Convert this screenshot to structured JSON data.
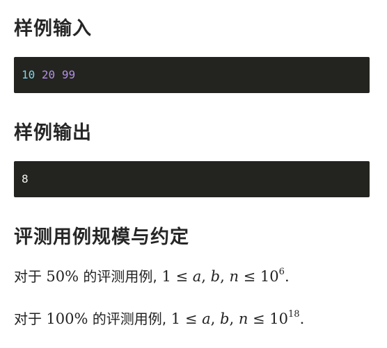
{
  "sections": {
    "sample_input": {
      "heading": "样例输入",
      "code_tokens": [
        "10",
        " ",
        "20",
        " ",
        "99"
      ]
    },
    "sample_output": {
      "heading": "样例输出",
      "code": "8"
    },
    "constraints": {
      "heading": "评测用例规模与约定",
      "lines": [
        {
          "prefix": "对于 ",
          "percent": "50%",
          "middle": " 的评测用例,",
          "math_lead": " 1 ≤ ",
          "var_a": "a",
          "comma1": ", ",
          "var_b": "b",
          "comma2": ", ",
          "var_n": "n",
          "math_rel": " ≤ 10",
          "exponent": "6",
          "end": "."
        },
        {
          "prefix": "对于 ",
          "percent": "100%",
          "middle": " 的评测用例,",
          "math_lead": " 1 ≤ ",
          "var_a": "a",
          "comma1": ", ",
          "var_b": "b",
          "comma2": ", ",
          "var_n": "n",
          "math_rel": " ≤ 10",
          "exponent": "18",
          "end": "."
        }
      ]
    }
  },
  "colors": {
    "code_background": "#23241f",
    "code_first_token": "#7fd4e8",
    "code_number": "#b28ee6",
    "code_plain": "#f3f3ee",
    "heading_text": "#262626"
  }
}
